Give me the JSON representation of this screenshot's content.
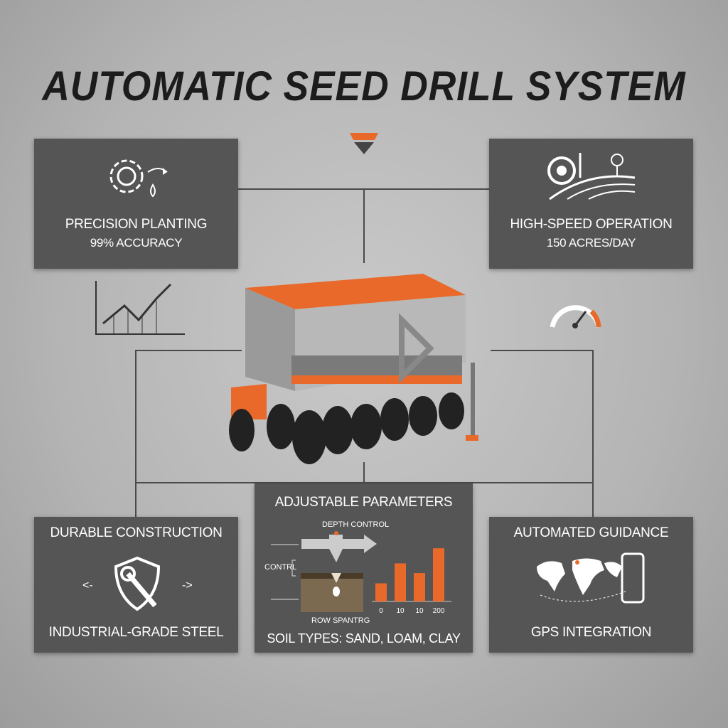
{
  "title": "AUTOMATIC SEED DRILL SYSTEM",
  "colors": {
    "accent": "#e8692a",
    "panel": "#555555",
    "background": "#b8b8b8",
    "title": "#1c1c1c"
  },
  "panels": {
    "precision": {
      "title": "PRECISION PLANTING",
      "subtitle": "99% ACCURACY",
      "icon": "gear-droplet-icon"
    },
    "speed": {
      "title": "HIGH-SPEED OPERATION",
      "subtitle": "150 ACRES/DAY",
      "icon": "tractor-field-icon"
    },
    "durable": {
      "title": "DURABLE CONSTRUCTION",
      "subtitle": "INDUSTRIAL-GRADE STEEL",
      "icon": "shield-wrench-icon",
      "left_arrow": "<-",
      "right_arrow": "->"
    },
    "params": {
      "title": "ADJUSTABLE PARAMETERS",
      "depth_label": "DEPTH CONTROL",
      "control_label": "CONTRL",
      "row_label": "ROW SPANTRG",
      "subtitle": "SOIL TYPES: SAND, LOAM, CLAY"
    },
    "guidance": {
      "title": "AUTOMATED GUIDANCE",
      "subtitle": "GPS INTEGRATION",
      "icon": "world-map-phone-icon"
    }
  },
  "side_icons": [
    "line-chart-icon",
    "speedometer-icon"
  ],
  "chart_data": {
    "type": "bar",
    "categories": [
      "0",
      "10",
      "10",
      "200"
    ],
    "values": [
      30,
      63,
      47,
      88
    ],
    "title": "",
    "xlabel": "",
    "ylabel": ""
  }
}
